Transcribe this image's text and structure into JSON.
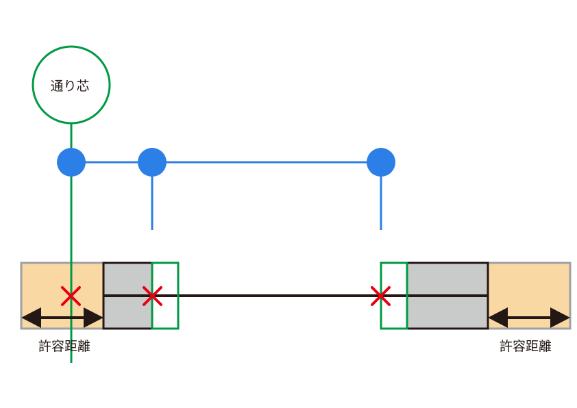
{
  "grid_line": {
    "label": "通り芯",
    "color": "#009944"
  },
  "tolerance": {
    "left_label": "許容距離",
    "right_label": "許容距離",
    "zone_color": "#F9D8A3",
    "zone_border_color": "#9FA0A0"
  },
  "colors": {
    "member_line": "#2B7FE6",
    "beam_line": "#231815",
    "column_fill": "#C9CACA",
    "marker": "#E60012",
    "arrow": "#231815"
  },
  "icons": {
    "node": "circle",
    "marker": "x-mark",
    "arrow": "double-headed-arrow"
  }
}
